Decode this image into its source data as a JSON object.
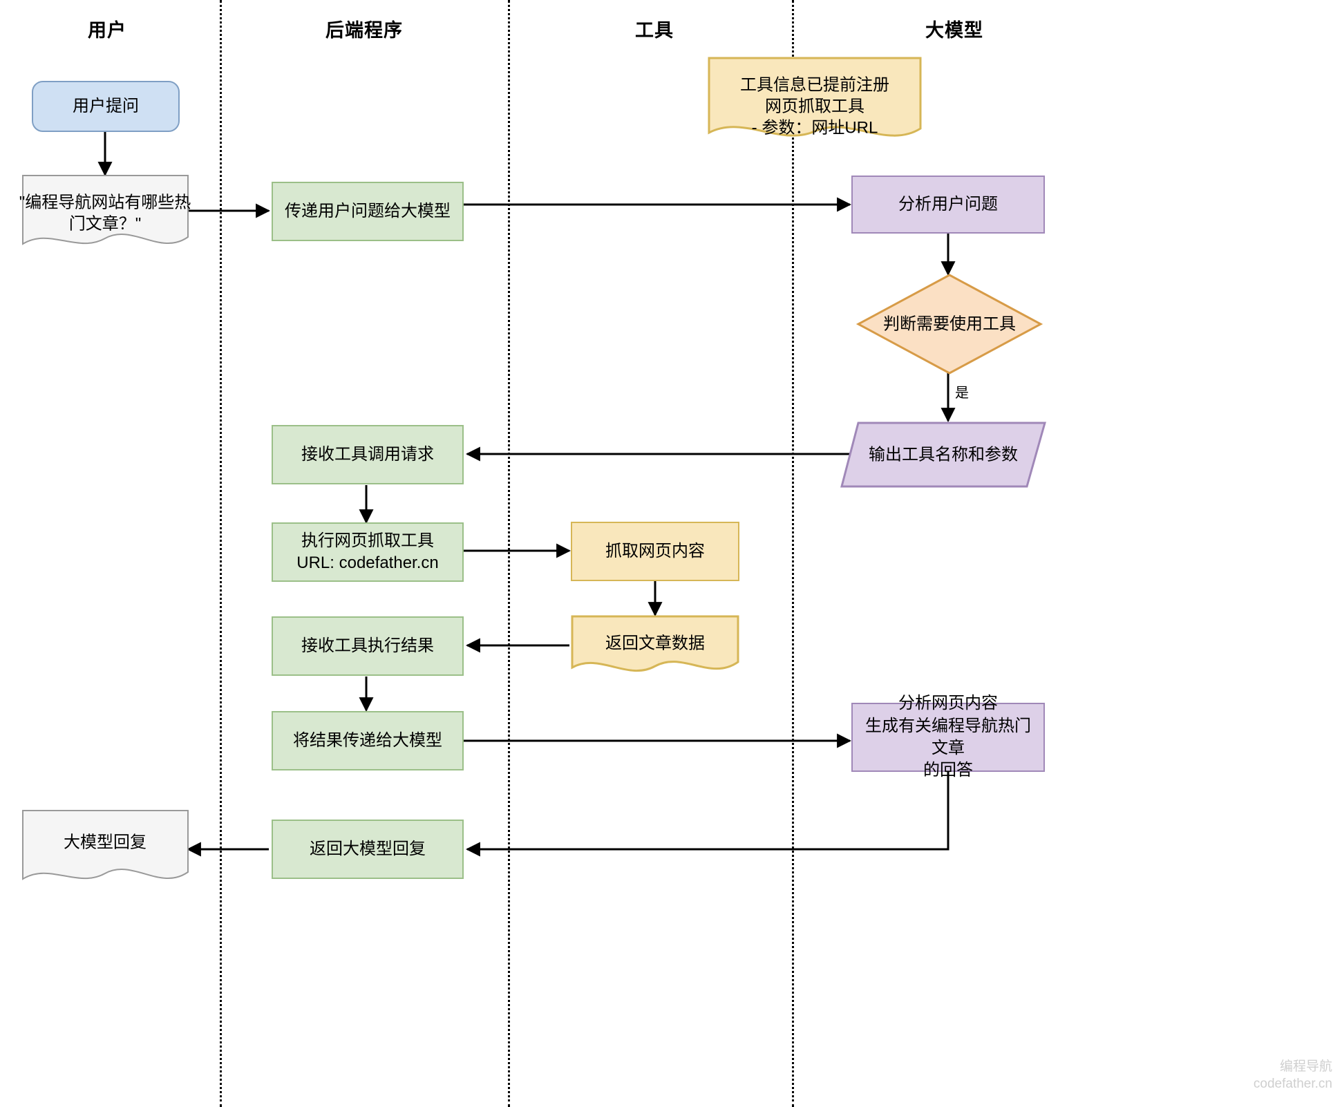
{
  "diagram": {
    "type": "swimlane-flowchart",
    "lanes": [
      {
        "title": "用户"
      },
      {
        "title": "后端程序"
      },
      {
        "title": "工具"
      },
      {
        "title": "大模型"
      }
    ],
    "nodes": {
      "user_question_start": "用户提问",
      "user_question_text": "\"编程导航网站有哪些热门文章？\"",
      "tool_registry_note": "工具信息已提前注册\n网页抓取工具\n- 参数：网址URL",
      "pass_question": "传递用户问题给大模型",
      "analyze_question": "分析用户问题",
      "decide_use_tool": "判断需要使用工具",
      "output_tool_name_args": "输出工具名称和参数",
      "receive_tool_call": "接收工具调用请求",
      "execute_fetch_tool": "执行网页抓取工具\nURL: codefather.cn",
      "fetch_page_content": "抓取网页内容",
      "return_article_data": "返回文章数据",
      "receive_tool_result": "接收工具执行结果",
      "pass_result_to_model": "将结果传递给大模型",
      "analyze_page_generate": "分析网页内容\n生成有关编程导航热门文章\n的回答",
      "return_model_reply": "返回大模型回复",
      "model_reply_doc": "大模型回复"
    },
    "edge_labels": {
      "yes": "是"
    },
    "watermark": {
      "line1": "编程导航",
      "line2": "codefather.cn"
    },
    "colors": {
      "start_fill": "#cfe0f3",
      "start_stroke": "#7f9fc4",
      "backend_fill": "#d8e8d0",
      "backend_stroke": "#9bbf88",
      "model_fill": "#ddd0e8",
      "model_stroke": "#a088b8",
      "tool_fill": "#f9e7bc",
      "tool_stroke": "#d6b656",
      "doc_fill": "#f5f5f5",
      "doc_stroke": "#999999",
      "edge": "#000000"
    }
  }
}
